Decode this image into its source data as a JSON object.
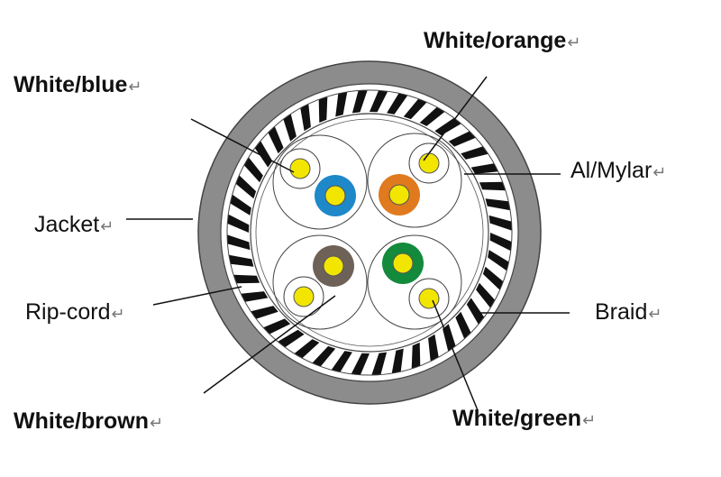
{
  "labels": {
    "white_blue": "White/blue",
    "white_orange": "White/orange",
    "al_mylar": "Al/Mylar",
    "jacket": "Jacket",
    "rip_cord": "Rip-cord",
    "braid": "Braid",
    "white_brown": "White/brown",
    "white_green": "White/green"
  },
  "return_mark": "↵",
  "colors": {
    "jacket": "#8c8c8c",
    "conductor": "#f2e600",
    "blue": "#1e88c8",
    "orange": "#e07a1e",
    "brown": "#6e6258",
    "green": "#138a3c"
  }
}
